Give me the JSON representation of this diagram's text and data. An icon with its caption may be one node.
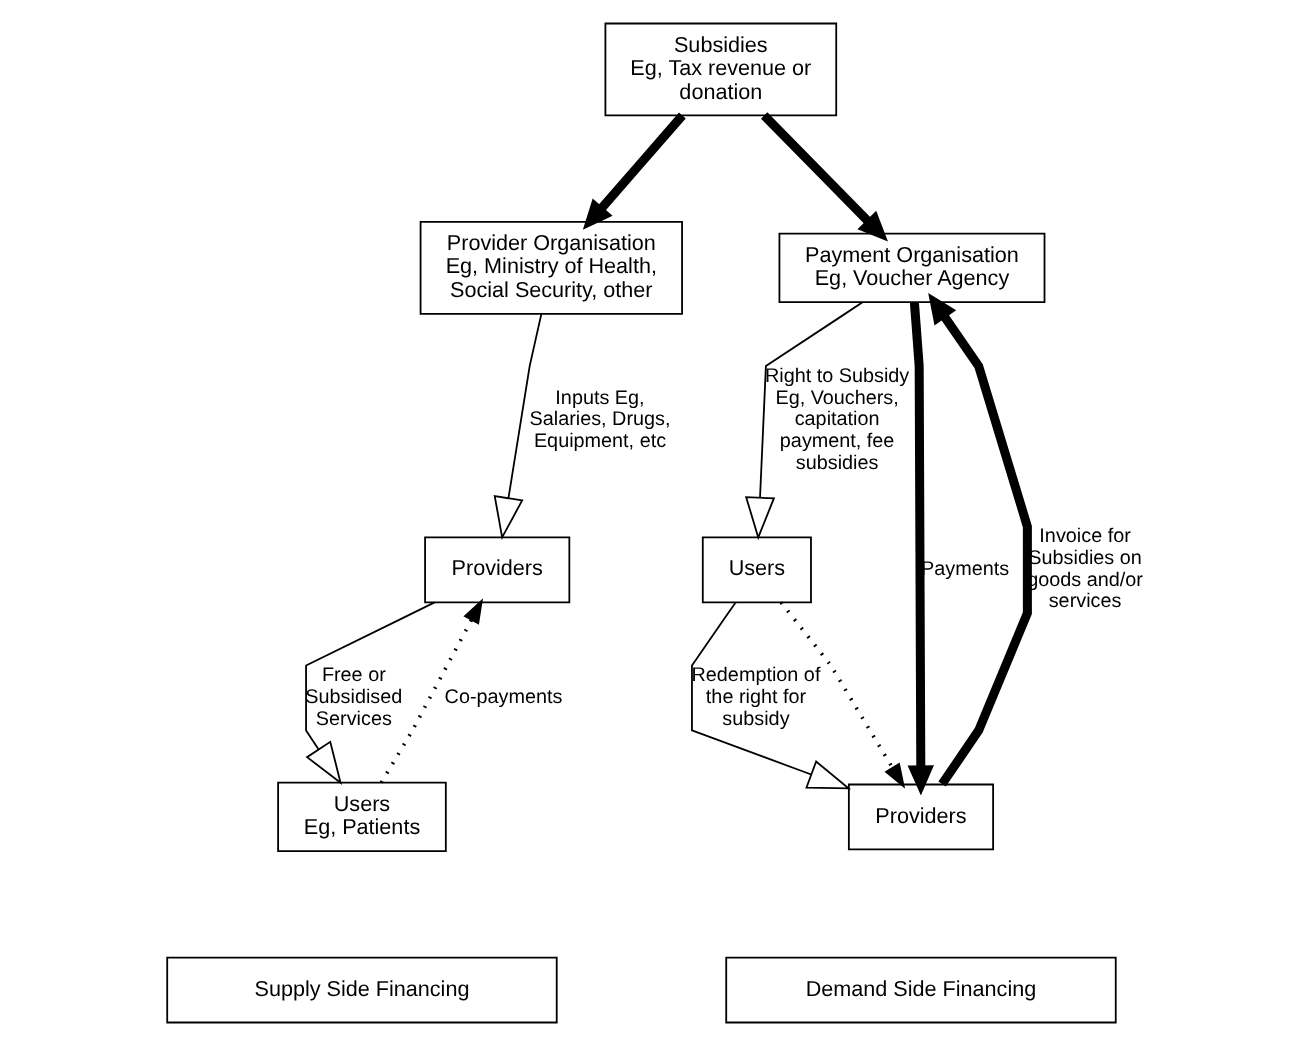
{
  "diagram": {
    "nodes": [
      {
        "text": [
          "Subsidies",
          "Eg, Tax revenue or donation"
        ]
      },
      {
        "text": [
          "Provider Organisation",
          "Eg, Ministry of Health, Social Security, other"
        ]
      },
      {
        "text": [
          "Payment Organisation",
          "Eg, Voucher Agency"
        ]
      },
      {
        "text": [
          "Providers"
        ]
      },
      {
        "text": [
          "Users",
          "Eg, Patients"
        ]
      },
      {
        "text": [
          "Users"
        ]
      },
      {
        "text": [
          "Providers"
        ]
      }
    ],
    "edges": [
      {
        "from": 0,
        "to": 1,
        "arrow": "to",
        "style": "thick"
      },
      {
        "from": 0,
        "to": 2,
        "arrow": "to",
        "style": "thick"
      },
      {
        "from": 1,
        "to": 3,
        "arrow": "to",
        "label": "Inputs Eg, Salaries, Drugs, Equipment, etc"
      },
      {
        "from": 3,
        "to": 4,
        "arrow": "to",
        "label": "Free or Subsidised Services"
      },
      {
        "from": 4,
        "to": 3,
        "arrow": "to",
        "style": "dashed",
        "label": "Co-payments"
      },
      {
        "from": 2,
        "to": 5,
        "arrow": "to",
        "label": "Right to Subsidy Eg, Vouchers, capitation payment, fee subsidies"
      },
      {
        "from": 5,
        "to": 6,
        "arrow": "to",
        "label": "Redemption of the right for subsidy"
      },
      {
        "from": 5,
        "to": 6,
        "arrow": "to",
        "style": "dashed"
      },
      {
        "from": 2,
        "to": 6,
        "arrow": "to",
        "style": "thick",
        "label": "Payments"
      },
      {
        "from": 6,
        "to": 2,
        "arrow": "to",
        "style": "thick",
        "label": "Invoice for Subsidies on goods and/or services"
      }
    ],
    "labels": [
      "Supply Side Financing",
      "Demand Side Financing"
    ]
  }
}
